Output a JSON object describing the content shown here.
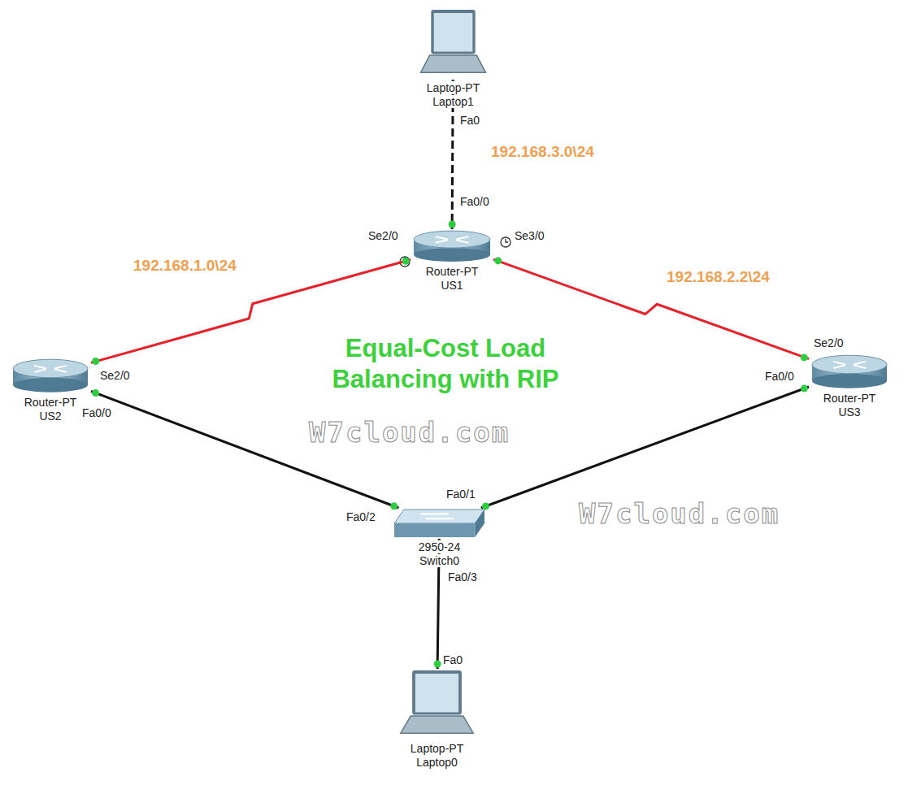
{
  "diagram": {
    "title": "Equal-Cost Load Balancing with RIP",
    "nodes": [
      {
        "text": [
          "Laptop-PT",
          "Laptop1"
        ]
      },
      {
        "text": [
          "Router-PT",
          "US1"
        ]
      },
      {
        "text": [
          "Router-PT",
          "US2"
        ]
      },
      {
        "text": [
          "Router-PT",
          "US3"
        ]
      },
      {
        "text": [
          "2950-24",
          "Switch0"
        ]
      },
      {
        "text": [
          "Laptop-PT",
          "Laptop0"
        ]
      }
    ],
    "edges": [
      {
        "from": 0,
        "to": 1,
        "arrow": "none",
        "label": "192.168.3.0\\24"
      },
      {
        "from": 1,
        "to": 2,
        "arrow": "none",
        "label": "192.168.1.0\\24"
      },
      {
        "from": 1,
        "to": 3,
        "arrow": "none",
        "label": "192.168.2.2\\24"
      },
      {
        "from": 2,
        "to": 4,
        "arrow": "none"
      },
      {
        "from": 3,
        "to": 4,
        "arrow": "none"
      },
      {
        "from": 4,
        "to": 5,
        "arrow": "none"
      }
    ],
    "labels": [
      "Fa0",
      "Fa0/0",
      "Se2/0",
      "Se3/0",
      "Se2/0",
      "Fa0/0",
      "Se2/0",
      "Fa0/0",
      "Fa0/1",
      "Fa0/2",
      "Fa0/3",
      "Fa0",
      "W7cloud.com",
      "W7cloud.com"
    ]
  }
}
